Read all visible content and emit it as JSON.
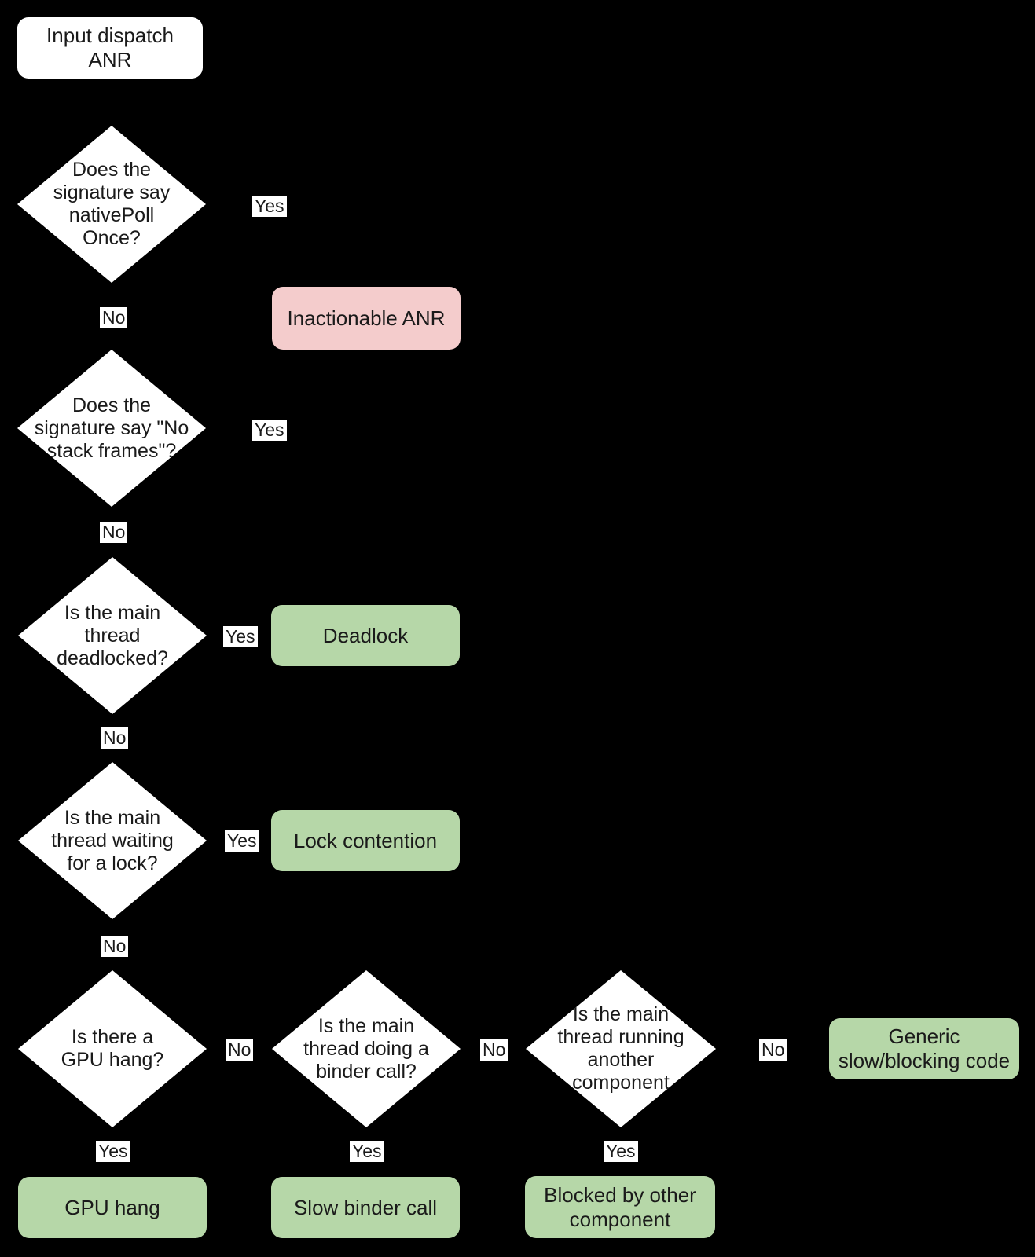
{
  "canvas": {
    "bg": "#000000"
  },
  "colors": {
    "node_fill": "#ffffff",
    "outcome_good": "#b6d7a8",
    "outcome_bad": "#f4cccc",
    "text": "#1a1a1a"
  },
  "flowchart": {
    "start": {
      "label": "Input dispatch ANR"
    },
    "decisions": {
      "native_poll": {
        "lines": [
          "Does the",
          "signature say",
          "nativePoll",
          "Once?"
        ]
      },
      "no_stack_frames": {
        "lines": [
          "Does the",
          "signature say \"No",
          "stack frames\"?"
        ]
      },
      "deadlocked": {
        "lines": [
          "Is the main",
          "thread",
          "deadlocked?"
        ]
      },
      "waiting_lock": {
        "lines": [
          "Is the main",
          "thread waiting",
          "for a lock?"
        ]
      },
      "gpu_hang": {
        "lines": [
          "Is there a",
          "GPU hang?"
        ]
      },
      "binder_call": {
        "lines": [
          "Is the main",
          "thread doing a",
          "binder call?"
        ]
      },
      "other_component": {
        "lines": [
          "Is the main",
          "thread running",
          "another",
          "component"
        ]
      }
    },
    "outcomes": {
      "inactionable": {
        "label": "Inactionable ANR"
      },
      "deadlock": {
        "label": "Deadlock"
      },
      "lock_contention": {
        "label": "Lock contention"
      },
      "generic_slow": {
        "label": "Generic slow/blocking code"
      },
      "gpu_hang": {
        "label": "GPU hang"
      },
      "slow_binder": {
        "label": "Slow binder call"
      },
      "blocked_other": {
        "label": "Blocked by other component"
      }
    },
    "edge_labels": {
      "yes": "Yes",
      "no": "No"
    }
  }
}
